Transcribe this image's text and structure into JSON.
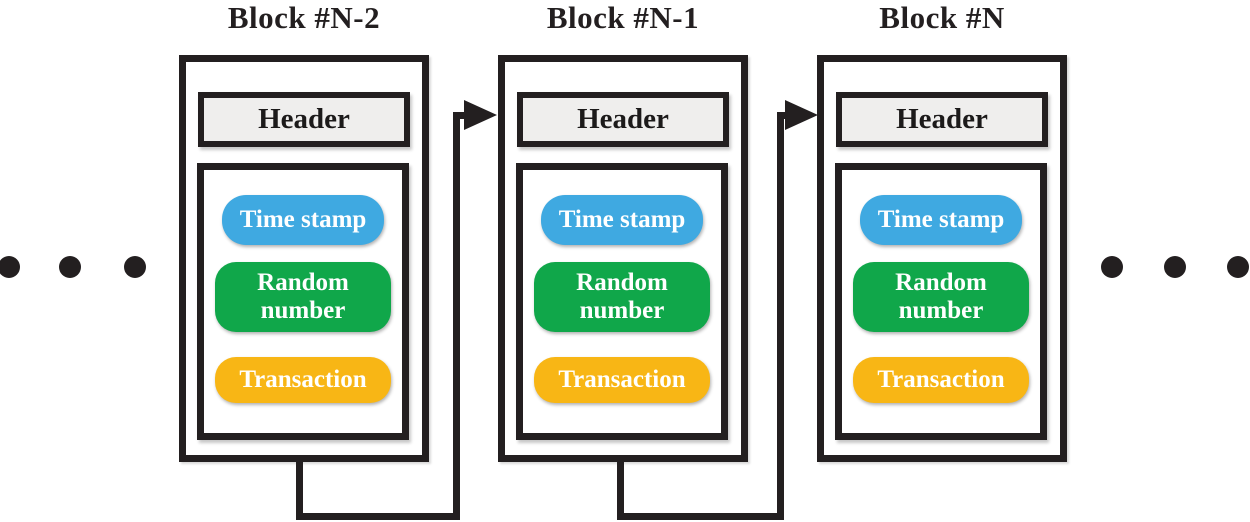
{
  "blocks": [
    {
      "title": "Block #N-2",
      "header_label": "Header",
      "pills": [
        {
          "label": "Time stamp",
          "color": "#3FA9E1"
        },
        {
          "label": "Random number",
          "color": "#10A74A"
        },
        {
          "label": "Transaction",
          "color": "#F8B615"
        }
      ]
    },
    {
      "title": "Block #N-1",
      "header_label": "Header",
      "pills": [
        {
          "label": "Time stamp",
          "color": "#3FA9E1"
        },
        {
          "label": "Random number",
          "color": "#10A74A"
        },
        {
          "label": "Transaction",
          "color": "#F8B615"
        }
      ]
    },
    {
      "title": "Block #N",
      "header_label": "Header",
      "pills": [
        {
          "label": "Time stamp",
          "color": "#3FA9E1"
        },
        {
          "label": "Random number",
          "color": "#10A74A"
        },
        {
          "label": "Transaction",
          "color": "#F8B615"
        }
      ]
    }
  ],
  "arrows": [
    {
      "from": "Block #N-2",
      "to": "Block #N-1",
      "route": "bottom-to-header"
    },
    {
      "from": "Block #N-1",
      "to": "Block #N",
      "route": "bottom-to-header"
    }
  ],
  "ellipsis": {
    "left_dot_count": 3,
    "right_dot_count": 3
  },
  "colors": {
    "line_black": "#231F20",
    "header_fill": "#EFEEED",
    "timestamp_blue": "#3FA9E1",
    "random_number_green": "#10A74A",
    "transaction_yellow": "#F8B615",
    "pill_text": "#FFFFFF",
    "background": "#FFFFFF"
  }
}
